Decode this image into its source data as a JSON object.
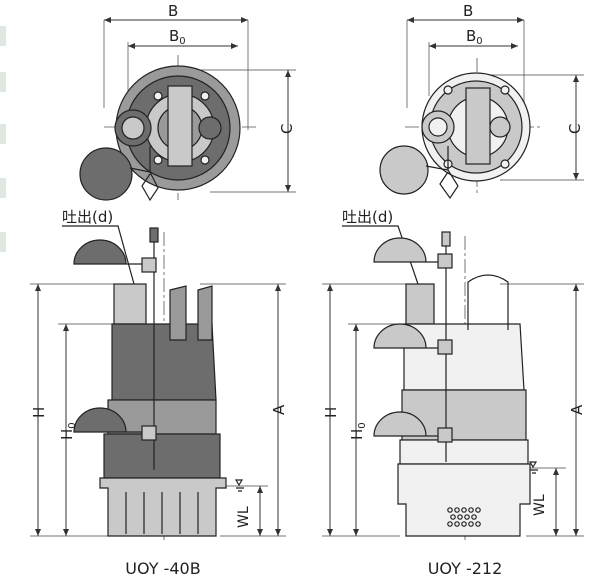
{
  "labels": {
    "B": "B",
    "B0": "B",
    "B0_sub": "0",
    "C": "C",
    "H": "H",
    "H0": "H",
    "H0_sub": "0",
    "A": "A",
    "WL": "WL",
    "discharge": "吐出(d)"
  },
  "pumps": [
    {
      "model": "UOY -40B"
    },
    {
      "model": "UOY -212"
    }
  ],
  "colors": {
    "edge": "#dfe8e0",
    "ink": "#222222"
  }
}
